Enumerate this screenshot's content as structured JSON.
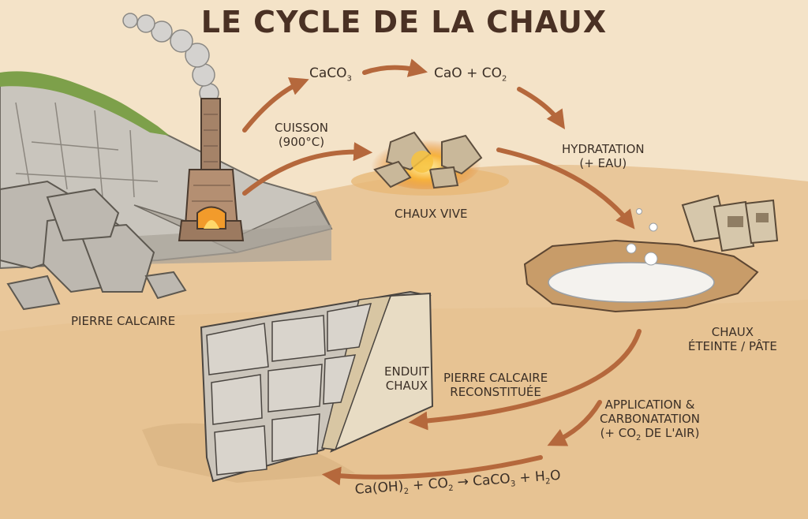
{
  "title": "LE CYCLE DE LA CHAUX",
  "labels": {
    "pierre_calcaire": "PIERRE CALCAIRE",
    "cuisson_line1": "CUISSON",
    "cuisson_line2": "(900°C)",
    "caco3_base": "CaCO",
    "caco3_sub": "3",
    "cao_co2_base": "CaO + CO",
    "cao_co2_sub": "2",
    "chaux_vive": "CHAUX VIVE",
    "hydratation_line1": "HYDRATATION",
    "hydratation_line2": "(+ EAU)",
    "chaux_eteinte_line1": "CHAUX",
    "chaux_eteinte_line2": "ÉTEINTE / PÂTE",
    "application_line1": "APPLICATION &",
    "application_line2": "CARBONATATION",
    "application_line3_a": "(+ CO",
    "application_line3_sub": "2",
    "application_line3_b": " DE L'AIR)",
    "enduit_line1": "ENDUIT",
    "enduit_line2": "CHAUX",
    "reconstituee_line1": "PIERRE CALCAIRE",
    "reconstituee_line2": "RECONSTITUÉE",
    "equation": {
      "p1": "Ca(OH)",
      "s1": "2",
      "p2": " + CO",
      "s2": "2",
      "p3": " → CaCO",
      "s3": "3",
      "p4": " + H",
      "s4": "2",
      "p5": "O"
    }
  },
  "colors": {
    "background": "#f4e3c8",
    "ground": "#e9c79a",
    "arrow": "#b5683c",
    "text": "#3b2f26",
    "rock": "#b8b4ad",
    "fire": "#f5a623"
  }
}
